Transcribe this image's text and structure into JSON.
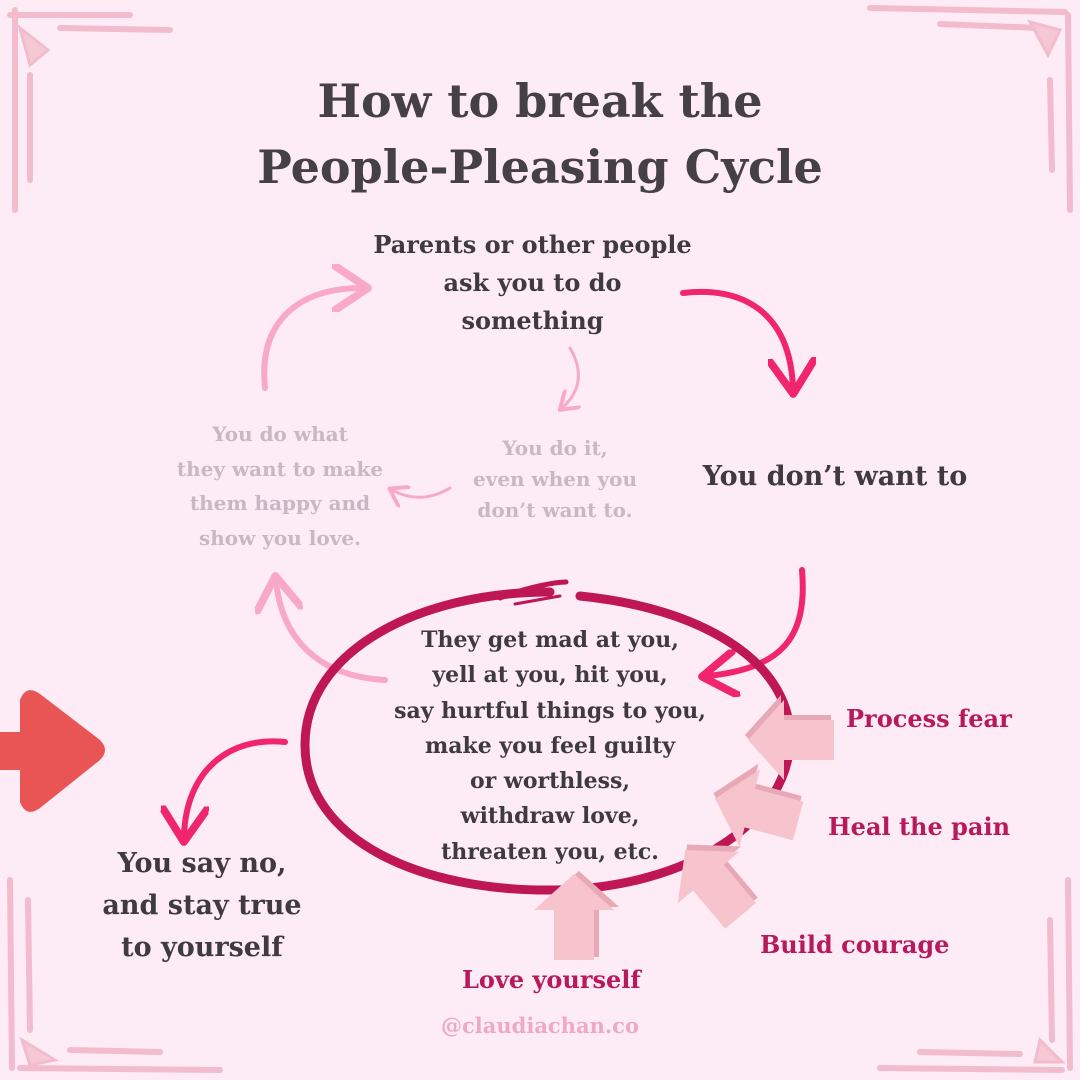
{
  "title": {
    "line1": "How to break the",
    "line2": "People-Pleasing Cycle"
  },
  "cycle": {
    "trigger": {
      "line1": "Parents or other people",
      "line2": "ask you to do",
      "line3": "something"
    },
    "feeling": "You don’t want to",
    "comply": {
      "line1": "You do it,",
      "line2": "even when you",
      "line3": "don’t want to."
    },
    "appease": {
      "line1": "You do what",
      "line2": "they want to make",
      "line3": "them happy and",
      "line4": "show you love."
    },
    "reaction": {
      "line1": "They get mad at you,",
      "line2": "yell at you, hit you,",
      "line3": "say hurtful things to you,",
      "line4": "make you feel guilty",
      "line5": "or worthless,",
      "line6": "withdraw love,",
      "line7": "threaten you, etc."
    }
  },
  "breakout": {
    "line1": "You say no,",
    "line2": "and stay true",
    "line3": "to yourself"
  },
  "tools": {
    "process": "Process fear",
    "heal": "Heal the pain",
    "courage": "Build courage",
    "love": "Love yourself"
  },
  "handle": "@claudiachan.co",
  "colors": {
    "background": "#fdebf6",
    "frame": "#f2bccc",
    "arrow_hot": "#f0256d",
    "arrow_light": "#f8a9c8",
    "ring": "#bf1656",
    "tool_arrow": "#f7c3cd",
    "accent_triangle": "#e95555",
    "label_magenta": "#b8195a"
  }
}
